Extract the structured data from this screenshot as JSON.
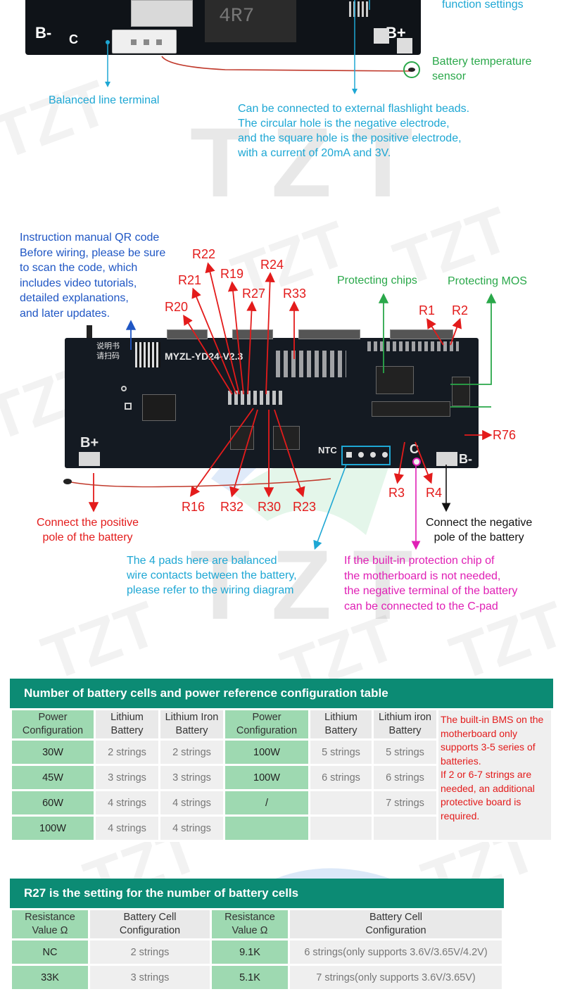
{
  "top_section": {
    "board_labels": {
      "b_minus": "B-",
      "c": "C",
      "b_plus": "B+",
      "res_marking": "4R7"
    },
    "function_settings_fragment": "function settings",
    "temp_sensor_label": "Battery temperature\nsensor",
    "balanced_terminal_label": "Balanced line terminal",
    "flashlight_note": "Can be connected to external flashlight beads.\nThe circular hole is the negative electrode,\nand the square hole is the positive electrode,\nwith a current of 20mA and 3V."
  },
  "watermark": {
    "brand": "TZT"
  },
  "board_section": {
    "qr_note": "Instruction manual QR code\nBefore wiring, please be sure\nto scan the code, which\nincludes video tutorials,\ndetailed explanations,\nand later updates.",
    "protecting_chips_label": "Protecting chips",
    "protecting_mos_label": "Protecting MOS",
    "resistor_labels": {
      "r22": "R22",
      "r24": "R24",
      "r19": "R19",
      "r21": "R21",
      "r27": "R27",
      "r33": "R33",
      "r20": "R20",
      "r1": "R1",
      "r2": "R2",
      "r76": "R76",
      "r16": "R16",
      "r32": "R32",
      "r30": "R30",
      "r23": "R23",
      "r3": "R3",
      "r4": "R4"
    },
    "board_silkscreen": {
      "model": "MYZL-YD24-V2.3",
      "qr_text": "说明书\n请扫码",
      "b_plus": "B+",
      "b_minus": "B-",
      "ntc": "NTC",
      "c": "C"
    },
    "positive_pole_label": "Connect the positive\npole of the battery",
    "negative_pole_label": "Connect the negative\npole of the battery",
    "balance_pads_note": "The 4 pads here are balanced\nwire contacts between the battery,\nplease refer to the wiring diagram",
    "c_pad_note": "If the built-in protection chip of\nthe motherboard is not needed,\nthe negative terminal of the battery\ncan be connected to the C-pad"
  },
  "config_table": {
    "title": "Number of battery cells and power reference configuration table",
    "headers": [
      "Power\nConfiguration",
      "Lithium\nBattery",
      "Lithium Iron\nBattery",
      "Power\nConfiguration",
      "Lithium\nBattery",
      "Lithium iron\nBattery"
    ],
    "rows": [
      [
        "30W",
        "2 strings",
        "2 strings",
        "100W",
        "5 strings",
        "5 strings"
      ],
      [
        "45W",
        "3 strings",
        "3 strings",
        "100W",
        "6 strings",
        "6 strings"
      ],
      [
        "60W",
        "4 strings",
        "4 strings",
        "/",
        "",
        "7 strings"
      ],
      [
        "100W",
        "4 strings",
        "4 strings",
        "",
        "",
        ""
      ]
    ],
    "note": "The built-in BMS on the\nmotherboard only\nsupports 3-5 series of\nbatteries.\nIf 2 or 6-7 strings are\nneeded, an additional\nprotective board is\nrequired."
  },
  "r27_table": {
    "title": "R27 is the setting for the number of battery cells",
    "headers": [
      "Resistance\nValue Ω",
      "Battery Cell\nConfiguration",
      "Resistance\nValue Ω",
      "Battery Cell\nConfiguration"
    ],
    "rows": [
      [
        "NC",
        "2 strings",
        "9.1K",
        "6 strings(only supports 3.6V/3.65V/4.2V)"
      ],
      [
        "33K",
        "3 strings",
        "5.1K",
        "7 strings(only supports 3.6V/3.65V)"
      ]
    ]
  },
  "colors": {
    "cyan": "#1ea7d4",
    "green": "#2aa84a",
    "blue": "#1f56c4",
    "red": "#e31b1b",
    "magenta": "#e01fb5",
    "table_header": "#0c8b74",
    "table_key": "#9ed9b1"
  }
}
